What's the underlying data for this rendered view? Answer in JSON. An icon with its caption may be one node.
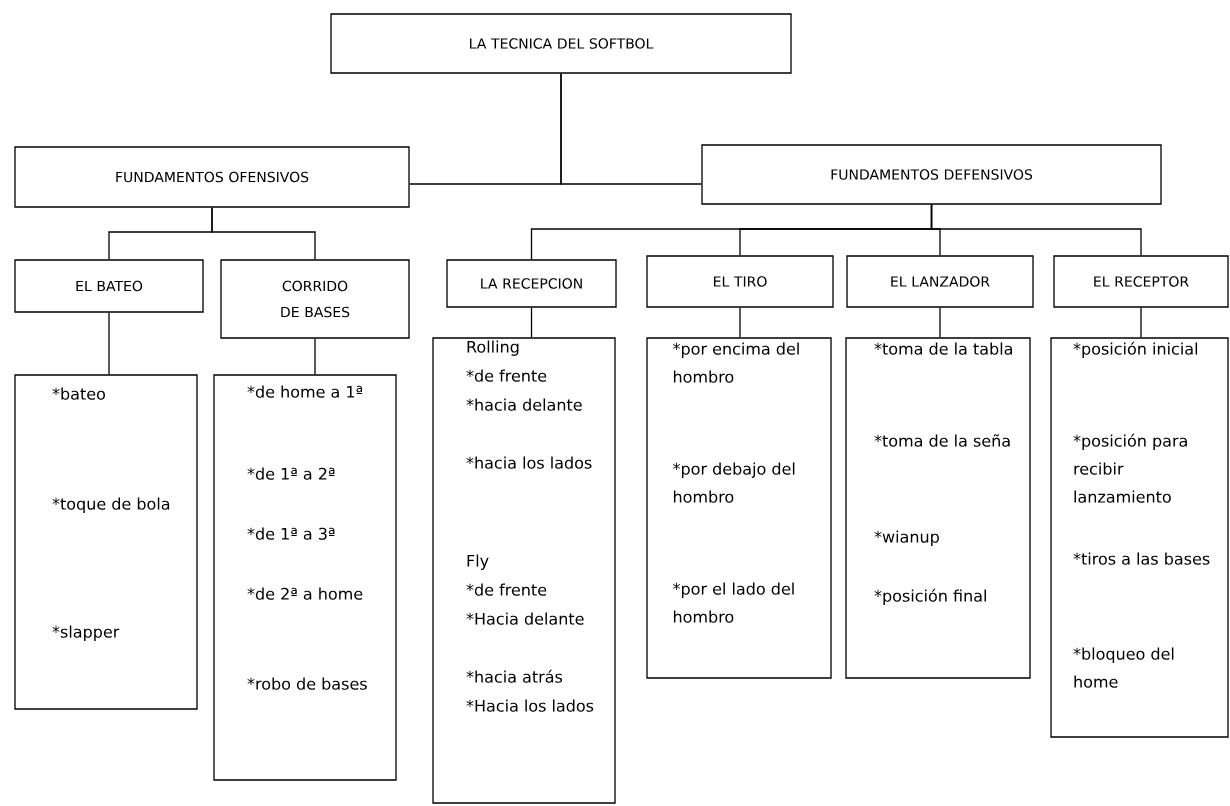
{
  "diagram": {
    "nodes": [
      {
        "text": [
          "LA TECNICA DEL SOFTBOL"
        ]
      },
      {
        "text": [
          "FUNDAMENTOS OFENSIVOS"
        ]
      },
      {
        "text": [
          "FUNDAMENTOS DEFENSIVOS"
        ]
      },
      {
        "text": [
          "EL BATEO"
        ]
      },
      {
        "text": [
          "CORRIDO DE BASES"
        ]
      },
      {
        "text": [
          "LA RECEPCION"
        ]
      },
      {
        "text": [
          "EL TIRO"
        ]
      },
      {
        "text": [
          "EL LANZADOR"
        ]
      },
      {
        "text": [
          "EL RECEPTOR"
        ]
      },
      {
        "text": [
          "*bateo",
          "*toque de bola",
          "*slapper"
        ]
      },
      {
        "text": [
          "*de home a 1ª",
          "*de 1ª a 2ª",
          "*de 1ª a 3ª",
          "*de 2ª a home",
          "*robo de bases"
        ]
      },
      {
        "text": [
          "Rolling",
          "*de frente",
          "*hacia delante",
          "*hacia los lados",
          "Fly",
          "*de frente",
          "*Hacia delante",
          "*hacia atrás",
          "*Hacia los lados"
        ]
      },
      {
        "text": [
          "*por encima del hombro",
          "*por debajo del hombro",
          "*por el lado del hombro"
        ]
      },
      {
        "text": [
          "*toma de la tabla",
          "*toma de la seña",
          "*wianup",
          "*posición final"
        ]
      },
      {
        "text": [
          "*posición inicial",
          "*posición para recibir lanzamiento",
          "*tiros a las bases",
          "*bloqueo del home"
        ]
      }
    ],
    "edges": [
      {
        "from": 0,
        "to": 1,
        "arrow": "none"
      },
      {
        "from": 0,
        "to": 2,
        "arrow": "none"
      },
      {
        "from": 1,
        "to": 3,
        "arrow": "none"
      },
      {
        "from": 1,
        "to": 4,
        "arrow": "none"
      },
      {
        "from": 2,
        "to": 5,
        "arrow": "none"
      },
      {
        "from": 2,
        "to": 6,
        "arrow": "none"
      },
      {
        "from": 2,
        "to": 7,
        "arrow": "none"
      },
      {
        "from": 2,
        "to": 8,
        "arrow": "none"
      },
      {
        "from": 3,
        "to": 9,
        "arrow": "none"
      },
      {
        "from": 4,
        "to": 10,
        "arrow": "none"
      },
      {
        "from": 5,
        "to": 11,
        "arrow": "none"
      },
      {
        "from": 6,
        "to": 12,
        "arrow": "none"
      },
      {
        "from": 7,
        "to": 13,
        "arrow": "none"
      },
      {
        "from": 8,
        "to": 14,
        "arrow": "none"
      }
    ]
  }
}
